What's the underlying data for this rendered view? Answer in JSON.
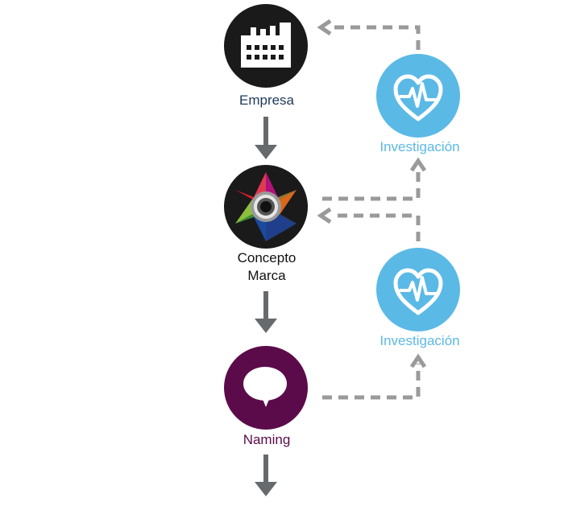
{
  "colors": {
    "black_circle": "#1a1a1a",
    "empresa_label": "#1f3a5a",
    "concepto_label": "#111111",
    "naming_circle": "#5b0b4a",
    "naming_label": "#5b0b4a",
    "investigacion": "#5bb9e6",
    "arrow_gray": "#666a6d",
    "dashed_gray": "#9a9a9a"
  },
  "icons": {
    "empresa": "factory-icon",
    "concepto": "star-lens-icon",
    "naming": "speech-bubble-icon",
    "investigacion": "heart-pulse-icon"
  },
  "nodes": {
    "empresa": {
      "label": "Empresa"
    },
    "concepto": {
      "label_line1": "Concepto",
      "label_line2": "Marca"
    },
    "naming": {
      "label": "Naming"
    },
    "investigacion_1": {
      "label": "Investigación"
    },
    "investigacion_2": {
      "label": "Investigación"
    }
  }
}
